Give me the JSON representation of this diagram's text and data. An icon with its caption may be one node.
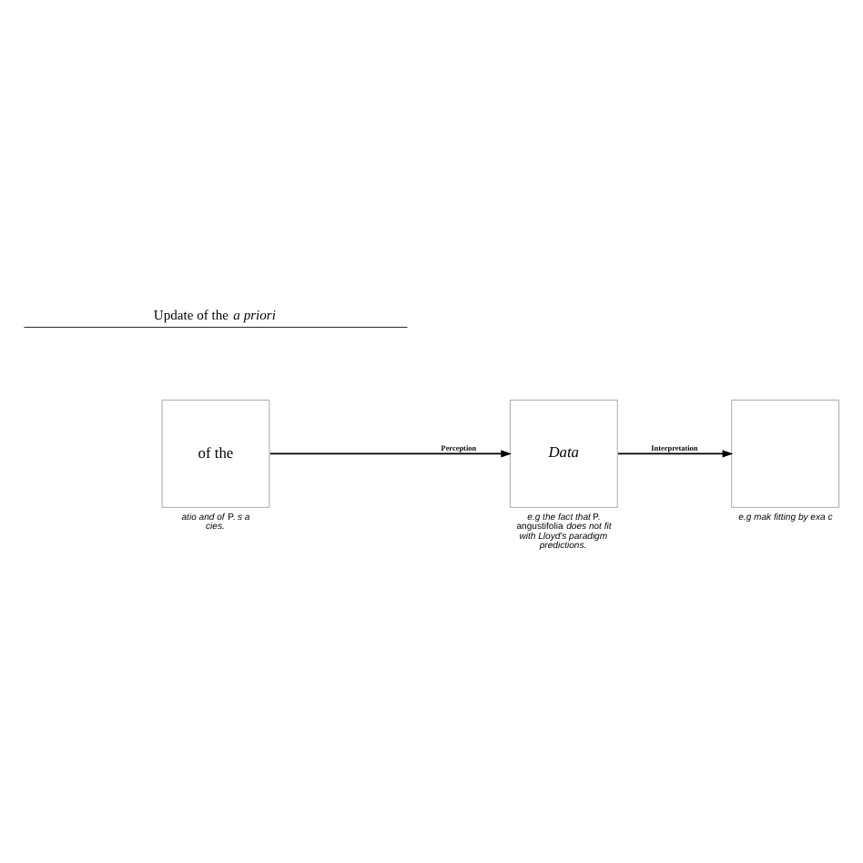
{
  "diagram": {
    "nodes": [
      {
        "text": [
          "of the"
        ],
        "beside": [
          "*atio and of* P. *s a cies.*"
        ]
      },
      {
        "text": [
          "Data"
        ],
        "beside": [
          "*e.g the fact that* P. angustifolia *does not fit with Lloyd's paradigm predictions.*"
        ]
      },
      {
        "text": [],
        "shape": "box",
        "beside": [
          "*e.g mak fitting by exa c*"
        ]
      }
    ],
    "edges": [
      {
        "from": 0,
        "to": 1,
        "arrow": "to",
        "label": "Perception"
      },
      {
        "from": 1,
        "to": 2,
        "arrow": "to",
        "label": "Interpretation"
      }
    ],
    "labels": [
      "Update of the *a priori*"
    ]
  }
}
